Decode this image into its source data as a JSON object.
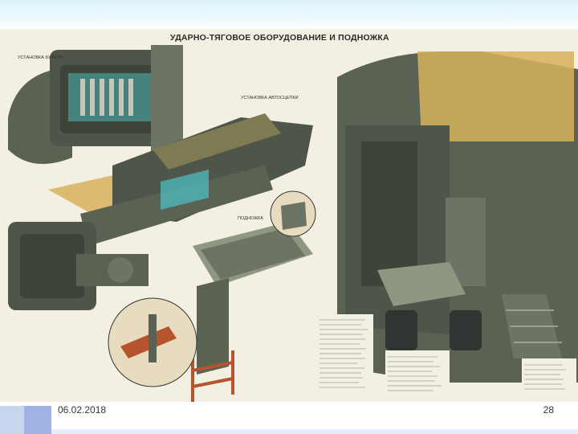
{
  "slide": {
    "date": "06.02.2018",
    "page_number": "28"
  },
  "poster": {
    "title": "УДАРНО-ТЯГОВОЕ ОБОРУДОВАНИЕ И ПОДНОЖКА",
    "label_buffer": "УСТАНОВКА БУФЕРА",
    "label_coupler": "УСТАНОВКА АВТОСЦЕПКИ",
    "label_step": "ПОДНОЖКА"
  },
  "colors": {
    "metal_dark": "#4d5648",
    "metal_mid": "#6c7565",
    "metal_light": "#8f9783",
    "accent_cyan": "#4fb6b8",
    "accent_brown": "#b5552e",
    "accent_yellow": "#d6b25c"
  }
}
